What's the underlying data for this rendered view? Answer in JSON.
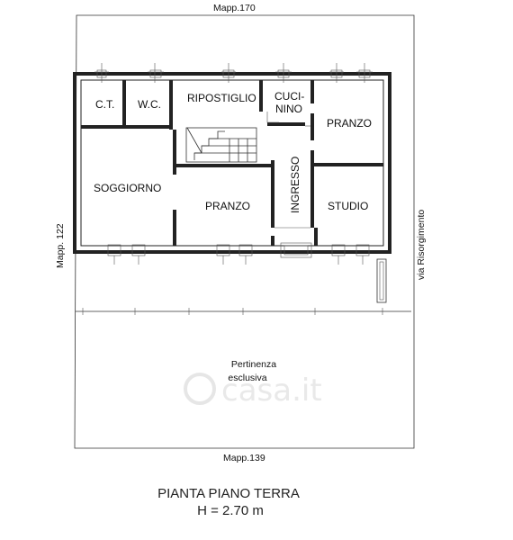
{
  "floor_plan": {
    "neighbors": {
      "top": "Mapp.170",
      "left": "Mapp. 122",
      "bottom": "Mapp.139",
      "right": "via Risorgimento"
    },
    "rooms": {
      "ct": "C.T.",
      "wc": "W.C.",
      "ripostiglio": "RIPOSTIGLIO",
      "cucinino_1": "CUCI-",
      "cucinino_2": "NINO",
      "pranzo_right": "PRANZO",
      "soggiorno": "SOGGIORNO",
      "pranzo_center": "PRANZO",
      "ingresso": "INGRESSO",
      "studio": "STUDIO"
    },
    "garden_1": "Pertinenza",
    "garden_2": "esclusiva",
    "title_line1": "PIANTA PIANO TERRA",
    "title_line2": "H = 2.70 m",
    "watermark": "casa.it"
  }
}
